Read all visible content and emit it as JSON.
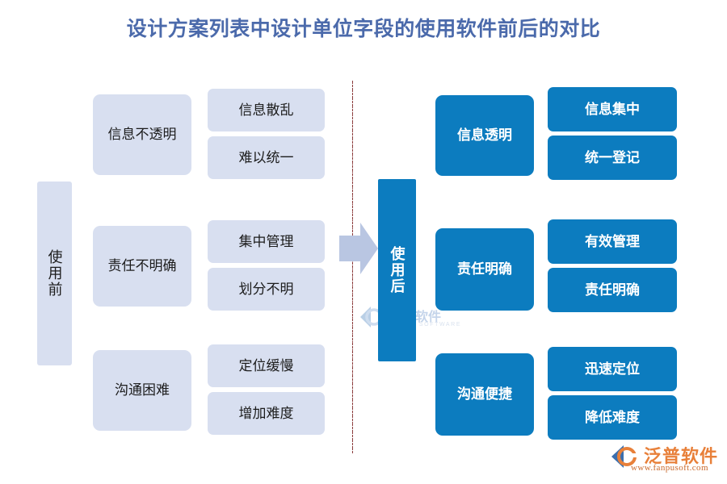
{
  "title": "设计方案列表中设计单位字段的使用软件前后的对比",
  "colors": {
    "title": "#4b6aab",
    "before_fill": "#d8dff0",
    "after_fill": "#0c7cbf",
    "arrow": "#b9c6e2",
    "divider": "#8a3a3a",
    "logo_orange": "#e8803a"
  },
  "before": {
    "bar_label": "使用前",
    "groups": [
      {
        "label": "信息不透明",
        "items": [
          "信息散乱",
          "难以统一"
        ]
      },
      {
        "label": "责任不明确",
        "items": [
          "集中管理",
          "划分不明"
        ]
      },
      {
        "label": "沟通困难",
        "items": [
          "定位缓慢",
          "增加难度"
        ]
      }
    ]
  },
  "after": {
    "bar_label": "使用后",
    "groups": [
      {
        "label": "信息透明",
        "items": [
          "信息集中",
          "统一登记"
        ]
      },
      {
        "label": "责任明确",
        "items": [
          "有效管理",
          "责任明确"
        ]
      },
      {
        "label": "沟通便捷",
        "items": [
          "迅速定位",
          "降低难度"
        ]
      }
    ]
  },
  "watermark": {
    "brand": "泛普软件",
    "sub": "FANPU SOFTWARE"
  },
  "logo": {
    "brand": "泛普软件",
    "url": "www.fanpusoft.com"
  }
}
